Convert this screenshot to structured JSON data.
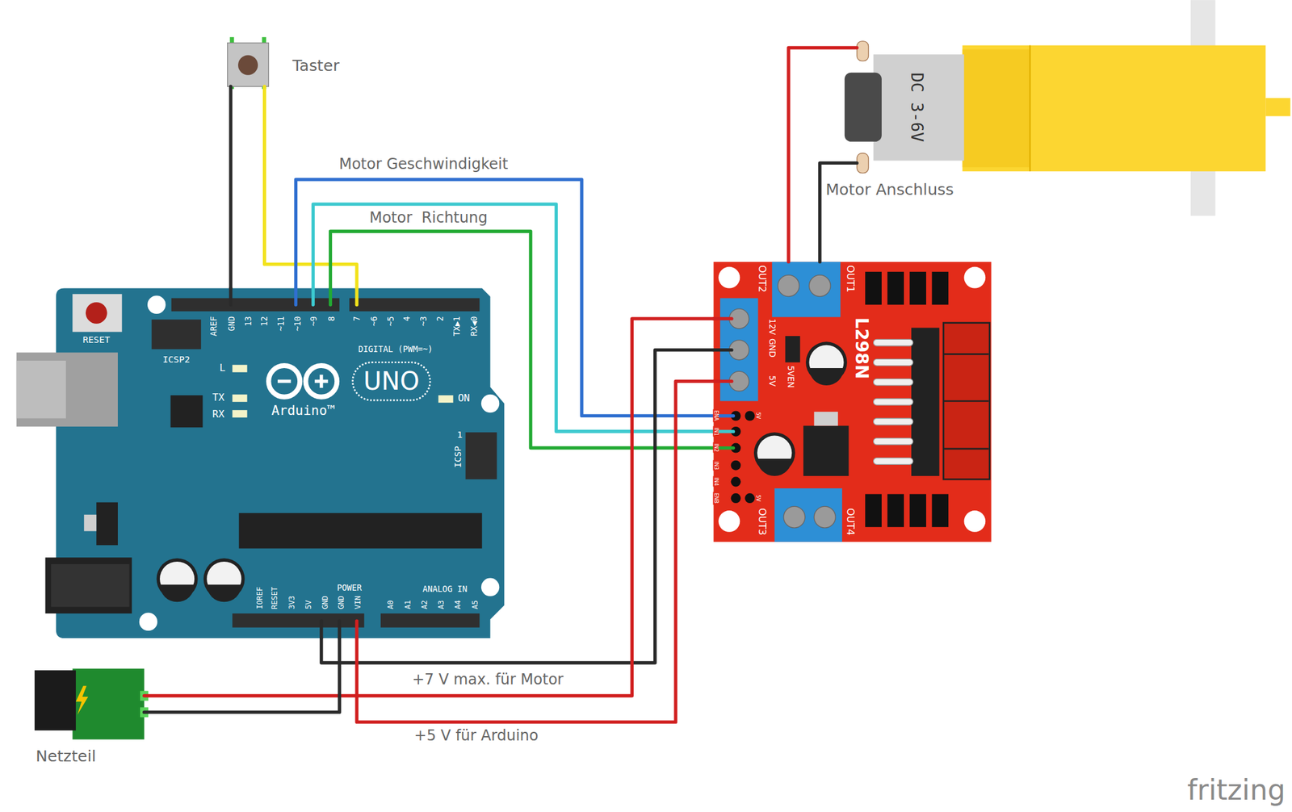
{
  "diagram": {
    "nodes": [
      {
        "text": [
          "Taster"
        ]
      },
      {
        "text": [
          "UNO",
          "Arduino™"
        ]
      },
      {
        "text": [
          "L298N"
        ]
      },
      {
        "text": [
          "DC 3-6V"
        ]
      },
      {
        "text": [
          "Netzteil"
        ]
      }
    ],
    "edges": [
      {
        "from": 0,
        "to": 1,
        "arrow": "none"
      },
      {
        "from": 0,
        "to": 1,
        "arrow": "none"
      },
      {
        "from": 1,
        "to": 2,
        "label": "Motor Geschwindigkeit",
        "arrow": "none"
      },
      {
        "from": 1,
        "to": 2,
        "arrow": "none"
      },
      {
        "from": 1,
        "to": 2,
        "label": "Motor  Richtung",
        "arrow": "none"
      },
      {
        "from": 1,
        "to": 2,
        "arrow": "none"
      },
      {
        "from": 1,
        "to": 2,
        "label": "+5 V für Arduino",
        "arrow": "none"
      },
      {
        "from": 4,
        "to": 2,
        "label": "+7 V max. für Motor",
        "arrow": "none"
      },
      {
        "from": 4,
        "to": 1,
        "arrow": "none"
      },
      {
        "from": 2,
        "to": 3,
        "arrow": "none"
      },
      {
        "from": 2,
        "to": 3,
        "arrow": "none"
      }
    ],
    "labels": [
      "AREF",
      "GND",
      "13",
      "12",
      "~11",
      "~10",
      "~9",
      "8",
      "7",
      "~6",
      "~5",
      "4",
      "~3",
      "2",
      "TX▶1",
      "RX◀0",
      "DIGITAL (PWM=~)",
      "L",
      "TX",
      "RX",
      "ON",
      "RESET",
      "ICSP2",
      "1",
      "ICSP",
      "IOREF",
      "RESET",
      "3V3",
      "5V",
      "GND",
      "GND",
      "VIN",
      "POWER",
      "ANALOG IN",
      "A0",
      "A1",
      "A2",
      "A3",
      "A4",
      "A5",
      "OUT2",
      "OUT1",
      "12V",
      "GND",
      "5V",
      "5VEN",
      "ENA",
      "IN1",
      "IN2",
      "IN3",
      "IN4",
      "ENB",
      "5V",
      "5V",
      "OUT3",
      "OUT4",
      "Motor Anschluss",
      "fritzing"
    ]
  }
}
